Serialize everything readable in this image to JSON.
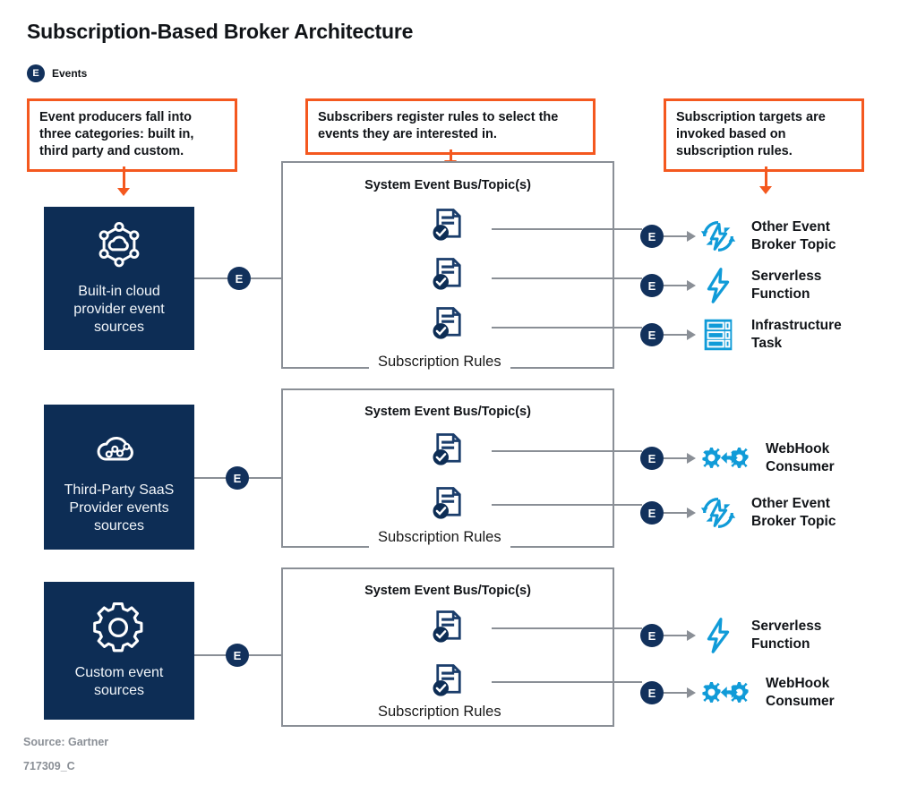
{
  "title": "Subscription-Based Broker Architecture",
  "legend": {
    "badge": "E",
    "label": "Events"
  },
  "colors": {
    "accent_orange": "#f4581f",
    "navy": "#0d2d55",
    "badge_navy": "#12315c",
    "target_blue": "#109BD8",
    "rule_navy": "#1a3d6b",
    "line_gray": "#8a8f96"
  },
  "callouts": [
    {
      "text": "Event producers fall into three categories: built in, third party and custom."
    },
    {
      "text": "Subscribers register rules to select the events they are interested in."
    },
    {
      "text": "Subscription targets are invoked based on subscription rules."
    }
  ],
  "sources": [
    {
      "icon": "hexagon-cloud-icon",
      "label": "Built-in cloud provider event sources",
      "badge": "E"
    },
    {
      "icon": "cloud-network-icon",
      "label": "Third-Party SaaS Provider events sources",
      "badge": "E"
    },
    {
      "icon": "gear-icon",
      "label": "Custom event sources",
      "badge": "E"
    }
  ],
  "buses": [
    {
      "title": "System Event Bus/Topic(s)",
      "rules_label": "Subscription Rules",
      "rule_count": 3
    },
    {
      "title": "System Event Bus/Topic(s)",
      "rules_label": "Subscription Rules",
      "rule_count": 2
    },
    {
      "title": "System Event Bus/Topic(s)",
      "rules_label": "Subscription Rules",
      "rule_count": 2
    }
  ],
  "targets": [
    {
      "badge": "E",
      "icon": "event-broker-topic-icon",
      "label": "Other Event\nBroker Topic"
    },
    {
      "badge": "E",
      "icon": "serverless-function-icon",
      "label": "Serverless\nFunction"
    },
    {
      "badge": "E",
      "icon": "infrastructure-task-icon",
      "label": "Infrastructure\nTask"
    },
    {
      "badge": "E",
      "icon": "webhook-consumer-icon",
      "label": "WebHook\nConsumer"
    },
    {
      "badge": "E",
      "icon": "event-broker-topic-icon",
      "label": "Other Event\nBroker Topic"
    },
    {
      "badge": "E",
      "icon": "serverless-function-icon",
      "label": "Serverless\nFunction"
    },
    {
      "badge": "E",
      "icon": "webhook-consumer-icon",
      "label": "WebHook\nConsumer"
    }
  ],
  "footer": {
    "source": "Source: Gartner",
    "id": "717309_C"
  }
}
